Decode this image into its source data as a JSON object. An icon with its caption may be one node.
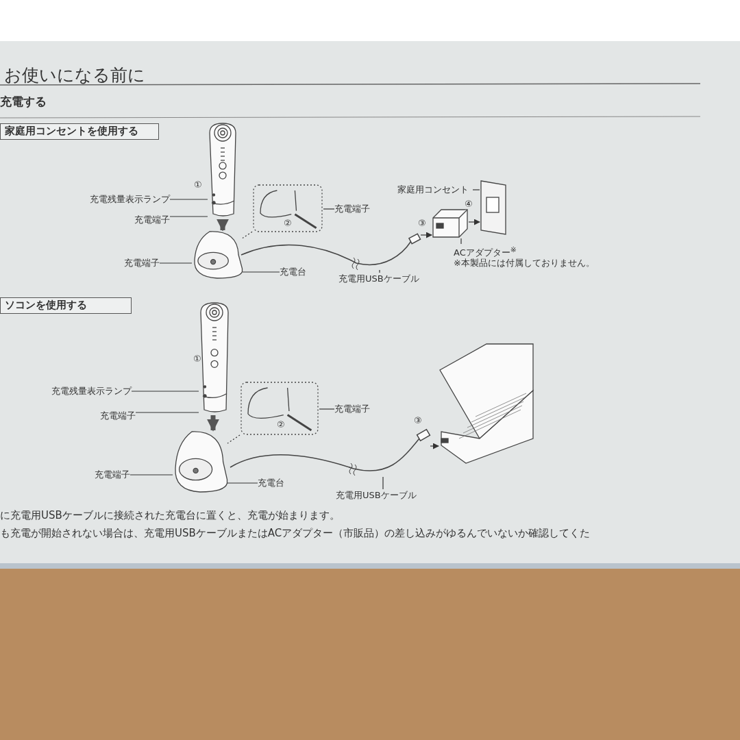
{
  "diagram": {
    "title": "お使いになる前に",
    "nodes": [
      {
        "text": [
          "家庭用コンセントを使用する"
        ]
      },
      {
        "text": [],
        "shape": "picture"
      },
      {
        "text": [],
        "shape": "picture"
      },
      {
        "text": [],
        "shape": "picture"
      },
      {
        "text": [],
        "shape": "picture"
      },
      {
        "text": [],
        "shape": "picture"
      },
      {
        "text": [],
        "shape": "picture"
      },
      {
        "text": [
          "充電残量表示ランプ"
        ]
      },
      {
        "text": [
          "充電端子"
        ]
      },
      {
        "text": [
          "充電端子"
        ]
      },
      {
        "text": [
          "充電端子"
        ]
      },
      {
        "text": [
          "充電台"
        ]
      },
      {
        "text": [
          "充電用USBケーブル"
        ]
      },
      {
        "text": [
          "家庭用コンセント"
        ]
      },
      {
        "text": [
          "ACアダプター$^{※}$"
        ]
      },
      {
        "text": [
          "ソコンを使用する"
        ]
      },
      {
        "text": [],
        "shape": "picture"
      },
      {
        "text": [],
        "shape": "picture"
      },
      {
        "text": [],
        "shape": "picture"
      },
      {
        "text": [],
        "shape": "picture"
      },
      {
        "text": [],
        "shape": "picture"
      },
      {
        "text": [
          "充電残量表示ランプ"
        ]
      },
      {
        "text": [
          "充電端子"
        ]
      },
      {
        "text": [
          "充電端子"
        ]
      },
      {
        "text": [
          "充電端子"
        ]
      },
      {
        "text": [
          "充電台"
        ]
      },
      {
        "text": [
          "充電用USBケーブル"
        ]
      }
    ],
    "edges": [
      {
        "from": 1,
        "to": 2,
        "arrow": "to",
        "style": "thick"
      },
      {
        "from": 3,
        "to": 2,
        "arrow": "none",
        "style": "dashed"
      },
      {
        "from": 4,
        "to": 5,
        "arrow": "to"
      },
      {
        "from": 5,
        "to": 6,
        "arrow": "to"
      },
      {
        "from": 7,
        "to": 1,
        "arrow": "none"
      },
      {
        "from": 8,
        "to": 1,
        "arrow": "none"
      },
      {
        "from": 9,
        "to": 3,
        "arrow": "none"
      },
      {
        "from": 10,
        "to": 2,
        "arrow": "none"
      },
      {
        "from": 11,
        "to": 2,
        "arrow": "none"
      },
      {
        "from": 12,
        "to": 4,
        "arrow": "none"
      },
      {
        "from": 13,
        "to": 6,
        "arrow": "none"
      },
      {
        "from": 14,
        "to": 5,
        "arrow": "none"
      },
      {
        "from": 16,
        "to": 17,
        "arrow": "to",
        "style": "thick"
      },
      {
        "from": 18,
        "to": 17,
        "arrow": "none",
        "style": "dashed"
      },
      {
        "from": 19,
        "to": 20,
        "arrow": "to"
      },
      {
        "from": 21,
        "to": 16,
        "arrow": "none"
      },
      {
        "from": 22,
        "to": 16,
        "arrow": "none"
      },
      {
        "from": 23,
        "to": 18,
        "arrow": "none"
      },
      {
        "from": 24,
        "to": 17,
        "arrow": "none"
      },
      {
        "from": 25,
        "to": 17,
        "arrow": "none"
      },
      {
        "from": 26,
        "to": 19,
        "arrow": "none"
      }
    ],
    "labels": [
      "充電する",
      "①",
      "②",
      "③",
      "④",
      "※本製品には付属しておりません。",
      "①",
      "②",
      "③",
      "に充電用USBケーブルに接続された充電台に置くと、充電が始まります。",
      "も充電が開始されない場合は、充電用USBケーブルまたはACアダプター（市販品）の差し込みがゆるんでいないか確認してくた"
    ]
  }
}
